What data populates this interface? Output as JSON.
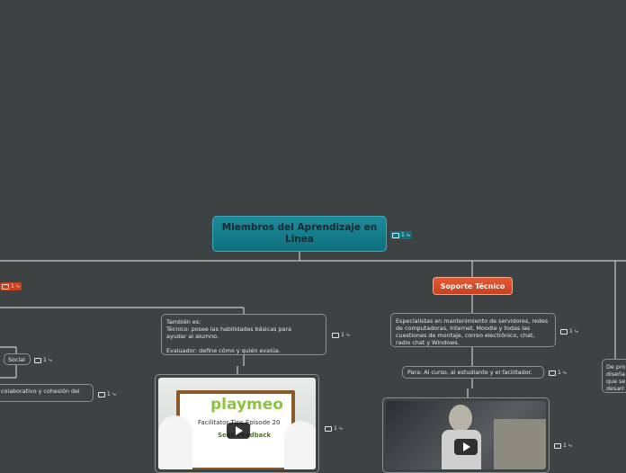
{
  "root": {
    "title": "Miembros del Aprendizaje en Linea"
  },
  "badge": {
    "count": "1",
    "link_glyph": "⤷"
  },
  "topics": {
    "soporte": {
      "label": "Soporte Técnico"
    },
    "social": {
      "label": "Social"
    }
  },
  "notes": {
    "tambien": "También es:\nTécnico: posee las habilidades básicas para\nayudar al alumno.\n\nEvaluador: define cómo y quién evalúa.",
    "especialistas": "Especialistas en mantenimiento de servidores, redes\nde computadoras, Internet, Moodle y todas las\ncuestiones de montaje, correo electrónico, chat,\nradio chat y Windows.",
    "para": "Para:    Al curso, al estudiante y el facilitador.",
    "colaborativo": "colaborativo y cohesión del",
    "right_edge": "De pro\ndiseña\nque se\ndesarr"
  },
  "videos": {
    "playmeo": {
      "brand": "playmeo",
      "line1": "Facilitator Tips Episode 20",
      "line2": "Seek Feedback"
    }
  },
  "colors": {
    "background": "#3d4243",
    "root": "#0f6f7e",
    "topic": "#c9401e",
    "line": "#c9cccc"
  }
}
